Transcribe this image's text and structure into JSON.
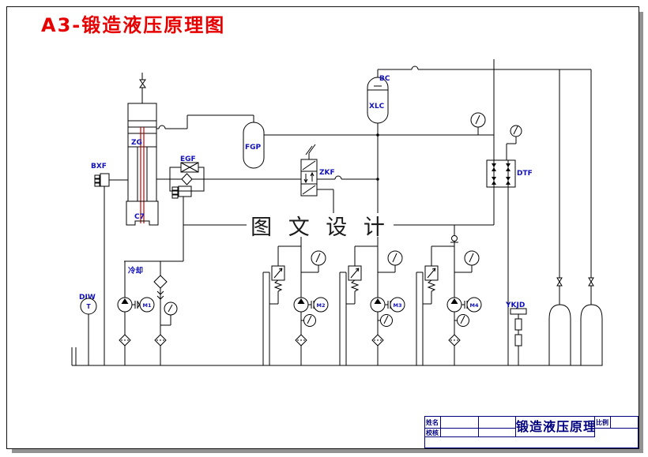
{
  "drawing": {
    "header_title": "A3-锻造液压原理图",
    "watermark": "图 文 设 计"
  },
  "labels": {
    "zg": "ZG",
    "c7": "C7",
    "bxf": "BXF",
    "egf": "EGF",
    "fgp": "FGP",
    "zkf": "ZKF",
    "bc": "BC",
    "xlc": "XLC",
    "dtf": "DTF",
    "djw": "DJW",
    "djw_t": "T",
    "cooling": "冷却",
    "m1": "M1",
    "m2": "M2",
    "m3": "M3",
    "m4": "M4",
    "ykjd": "YKJD"
  },
  "title_block": {
    "name_label": "姓名",
    "check_label": "校核",
    "drawing_title": "锻造液压原理图",
    "scale_label": "比例"
  },
  "colors": {
    "header_red": "#e60000",
    "label_blue": "#1111bb",
    "titleblock_navy": "#000080",
    "line_black": "#000000",
    "rod_red": "#c00000"
  }
}
